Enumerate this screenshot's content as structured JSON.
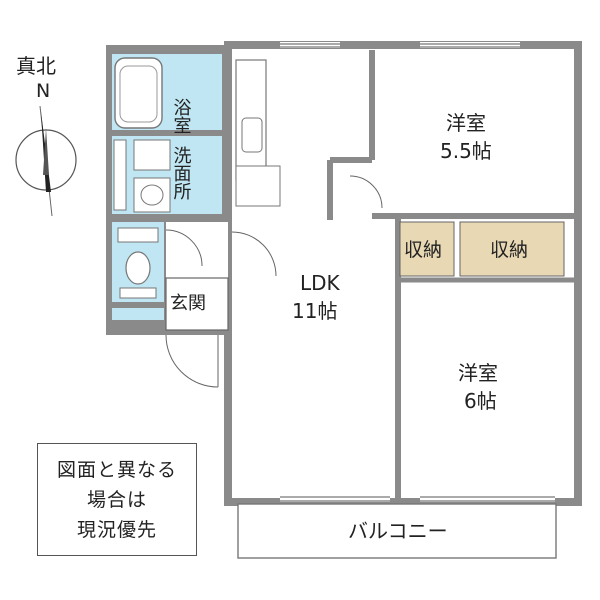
{
  "compass": {
    "label": "真北",
    "letter": "N"
  },
  "rooms": {
    "bath": "浴室",
    "washroom": "洗面所",
    "entrance": "玄関",
    "ldk_name": "LDK",
    "ldk_size": "11帖",
    "western1_name": "洋室",
    "western1_size": "5.5帖",
    "western2_name": "洋室",
    "western2_size": "6帖",
    "storage1": "収納",
    "storage2": "収納",
    "balcony": "バルコニー"
  },
  "note": {
    "line1": "図面と異なる",
    "line2": "場合は",
    "line3": "現況優先"
  },
  "colors": {
    "wall": "#8a8a8a",
    "wet_area": "#bfe6f2",
    "storage": "#e8d8b4",
    "line": "#555555"
  }
}
